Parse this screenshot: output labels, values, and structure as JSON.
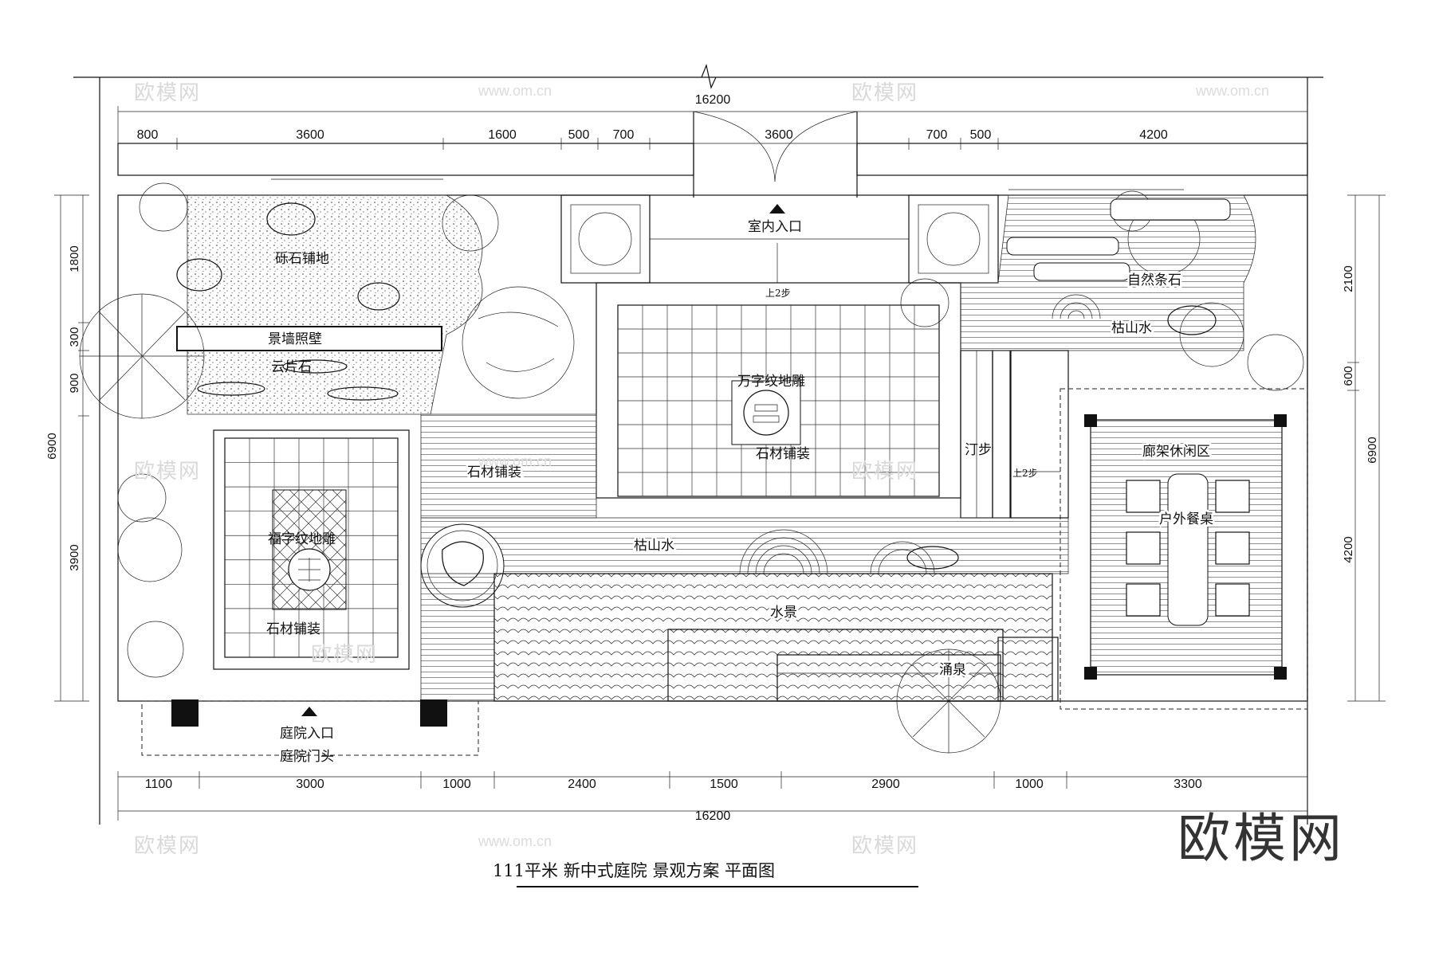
{
  "title": "111平米  新中式庭院  景观方案  平面图",
  "brand": "欧模网",
  "watermark": {
    "text": "欧模网",
    "url": "www.om.cn"
  },
  "dimensions": {
    "top_total": "16200",
    "top_segments": [
      "800",
      "3600",
      "1600",
      "500",
      "700",
      "3600",
      "700",
      "500",
      "4200"
    ],
    "bottom_total": "16200",
    "bottom_segments": [
      "1100",
      "3000",
      "1000",
      "2400",
      "1500",
      "2900",
      "1000",
      "3300"
    ],
    "left_total": "6900",
    "left_segments": [
      "1800",
      "300",
      "900",
      "3900"
    ],
    "right_total": "6900",
    "right_segments": [
      "2100",
      "600",
      "4200"
    ]
  },
  "labels": {
    "gravel": "砾石铺地",
    "screen_wall": "景墙照壁",
    "cloud_stone": "云片石",
    "fu_pattern": "福字纹地雕",
    "stone_paving_1": "石材铺装",
    "stone_paving_2": "石材铺装",
    "stone_paving_3": "石材铺装",
    "wanzi_pattern": "万字纹地雕",
    "indoor_entrance": "室内入口",
    "courtyard_entrance": "庭院入口",
    "courtyard_gate": "庭院门头",
    "dry_landscape_1": "枯山水",
    "dry_landscape_2": "枯山水",
    "natural_stone": "自然条石",
    "stepping": "汀步",
    "water_feature": "水景",
    "spring": "涌泉",
    "pergola_area": "廊架休闲区",
    "outdoor_dining": "户外餐桌",
    "step_up_1": "上2步",
    "step_up_2": "上2步"
  }
}
